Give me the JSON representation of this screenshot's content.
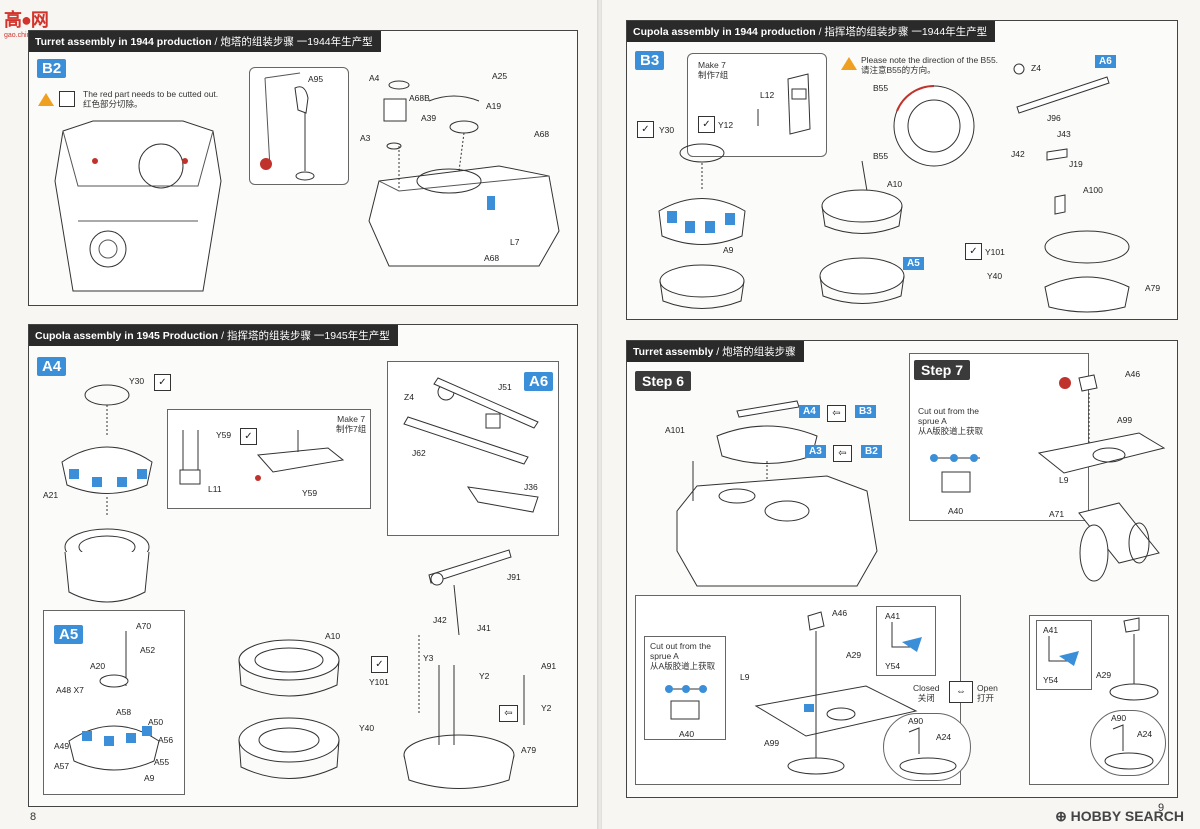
{
  "watermark": {
    "big": "高●网",
    "small": "gao.china.com"
  },
  "brand": "⊕ HOBBY SEARCH",
  "left_page": {
    "page_number": "8",
    "b2": {
      "title_en": "Turret assembly in 1944 production",
      "title_cn": "/ 炮塔的组装步骤 一1944年生产型",
      "step": "B2",
      "note_en": "The red part needs to be cutted out.",
      "note_cn": "红色部分切除。",
      "labels": [
        "A95",
        "A4",
        "A68B",
        "A25",
        "A19",
        "A39",
        "A3",
        "A68",
        "L7",
        "A68"
      ]
    },
    "a4": {
      "title_en": "Cupola assembly in 1945 Production",
      "title_cn": "/ 指挥塔的组装步骤 一1945年生产型",
      "step": "A4",
      "make_en": "Make 7",
      "make_cn": "制作7组",
      "labels": [
        "Y30",
        "Y59",
        "A21",
        "L11",
        "Y59",
        "A10",
        "Y101",
        "Y40",
        "Y3",
        "Y2",
        "A91",
        "Y2",
        "A79"
      ]
    },
    "a5": {
      "step": "A5",
      "labels": [
        "A70",
        "A52",
        "A20",
        "A48 X7",
        "A58",
        "A50",
        "A49",
        "A56",
        "A57",
        "A55",
        "A9"
      ]
    },
    "a6": {
      "step": "A6",
      "labels": [
        "Z4",
        "J51",
        "J62",
        "J36",
        "J91",
        "J42",
        "J41"
      ]
    }
  },
  "right_page": {
    "page_number": "9",
    "b3": {
      "title_en": "Cupola assembly in 1944 production",
      "title_cn": "/ 指挥塔的组装步骤 一1944年生产型",
      "step": "B3",
      "make_en": "Make 7",
      "make_cn": "制作7组",
      "note_en": "Please note the direction of the B55.",
      "note_cn": "请注意B55的方向。",
      "a5_chip": "A5",
      "a6_chip": "A6",
      "labels": [
        "L12",
        "Y12",
        "Y30",
        "A9",
        "B55",
        "B55",
        "A10",
        "Z4",
        "J96",
        "J43",
        "J42",
        "J19",
        "A100",
        "Y101",
        "Y40",
        "A79"
      ]
    },
    "step6": {
      "title_en": "Turret assembly",
      "title_cn": "/ 炮塔的组装步骤",
      "step": "Step 6",
      "chip_a4": "A4",
      "chip_b3": "B3",
      "chip_a3": "A3",
      "chip_b2": "B2",
      "cut_en": "Cut out from the sprue A",
      "cut_cn": "从A版胶道上获取",
      "closed_en": "Closed",
      "closed_cn": "关闭",
      "open_en": "Open",
      "open_cn": "打开",
      "labels": [
        "A101",
        "A40",
        "L9",
        "A99",
        "A46",
        "A29",
        "A41",
        "Y54",
        "A90",
        "A24"
      ]
    },
    "step7": {
      "step": "Step 7",
      "cut_en": "Cut out from the sprue A",
      "cut_cn": "从A版胶道上获取",
      "labels": [
        "A46",
        "A99",
        "L9",
        "A40",
        "A71",
        "A41",
        "Y54",
        "A29",
        "A90",
        "A24"
      ]
    }
  },
  "colors": {
    "accent_blue": "#3a8fd8",
    "title_bar": "#2a2a2a",
    "warning": "#f0a020",
    "cut_red": "#c0332c"
  }
}
